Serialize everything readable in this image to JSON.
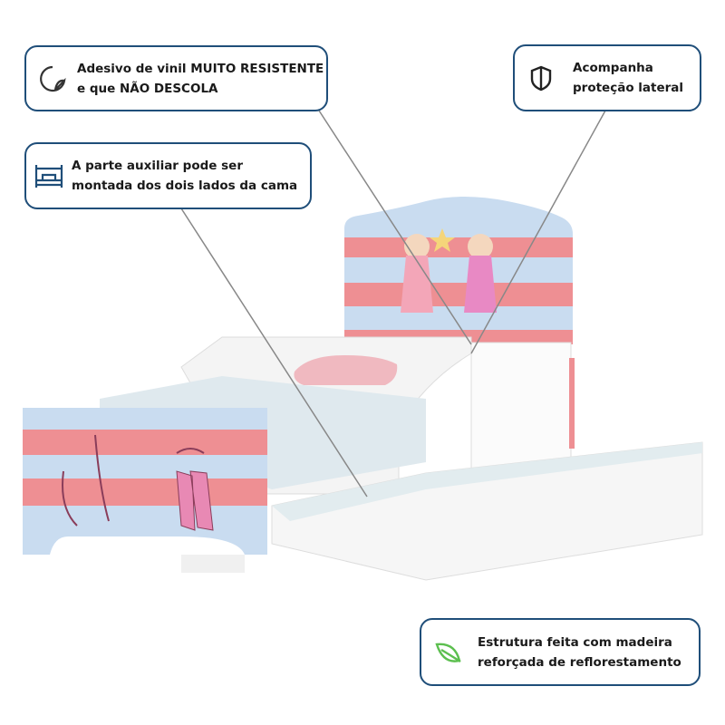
{
  "callouts": [
    {
      "icon": "sticker-icon",
      "line1": "Adesivo de vinil MUITO RESISTENTE",
      "line2": "e que NÃO DESCOLA"
    },
    {
      "icon": "bed-icon",
      "line1": "A parte auxiliar pode ser",
      "line2": "montada dos dois lados da cama"
    },
    {
      "icon": "shield-icon",
      "line1": "Acompanha",
      "line2": "proteção lateral"
    },
    {
      "icon": "leaf-icon",
      "line1": "Estrutura feita com madeira",
      "line2": "reforçada de reflorestamento"
    }
  ],
  "colors": {
    "border": "#1f4e79",
    "pink": "#ee8f93",
    "blue": "#c9dcf0",
    "leaf": "#5cbf4f"
  }
}
